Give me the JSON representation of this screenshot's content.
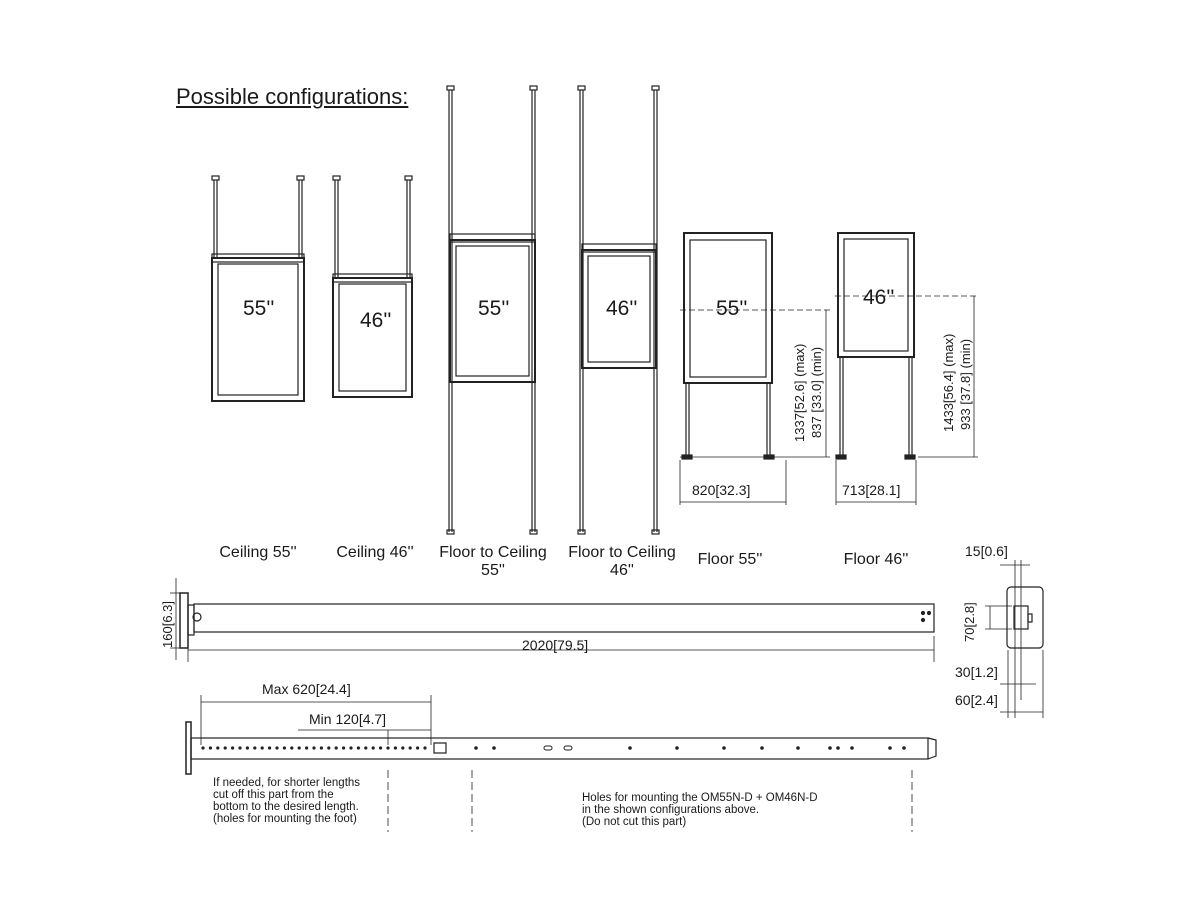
{
  "title": "Possible configurations:",
  "configurations": [
    {
      "caption": "Ceiling 55''",
      "screen": "55''"
    },
    {
      "caption": "Ceiling 46''",
      "screen": "46''"
    },
    {
      "caption_line1": "Floor to Ceiling",
      "caption_line2": "55''",
      "screen": "55''"
    },
    {
      "caption_line1": "Floor to Ceiling",
      "caption_line2": "46''",
      "screen": "46''"
    },
    {
      "caption": "Floor 55''",
      "screen": "55''"
    },
    {
      "caption": "Floor 46''",
      "screen": "46''"
    }
  ],
  "dimensions": {
    "floor55_height_max": "1337",
    "floor55_height_max_in": "52.6",
    "floor55_height_max_tag": "(max)",
    "floor55_height_min": "837",
    "floor55_height_min_in": "33.0",
    "floor55_height_min_tag": "(min)",
    "floor55_width": "820",
    "floor55_width_in": "32.3",
    "floor46_height_max": "1433",
    "floor46_height_max_in": "56.4",
    "floor46_height_max_tag": "(max)",
    "floor46_height_min": "933",
    "floor46_height_min_in": "37.8",
    "floor46_height_min_tag": "(min)",
    "floor46_width": "713",
    "floor46_width_in": "28.1",
    "pole_length": "2020",
    "pole_length_in": "79.5",
    "foot_height": "160",
    "foot_height_in": "6.3",
    "section_15": "15",
    "section_15_in": "0.6",
    "section_70": "70",
    "section_70_in": "2.8",
    "section_30": "30",
    "section_30_in": "1.2",
    "section_60": "60",
    "section_60_in": "2.4",
    "max_prefix": "Max",
    "max_cut": "620",
    "max_cut_in": "24.4",
    "min_prefix": "Min",
    "min_cut": "120",
    "min_cut_in": "4.7"
  },
  "notes": {
    "cut_note": [
      "If needed, for shorter lengths",
      "cut off this part from the",
      "bottom to the desired length.",
      "(holes for mounting the foot)"
    ],
    "mount_note": [
      "Holes for mounting the OM55N-D + OM46N-D",
      "in the shown configurations above.",
      "(Do not cut this part)"
    ]
  }
}
